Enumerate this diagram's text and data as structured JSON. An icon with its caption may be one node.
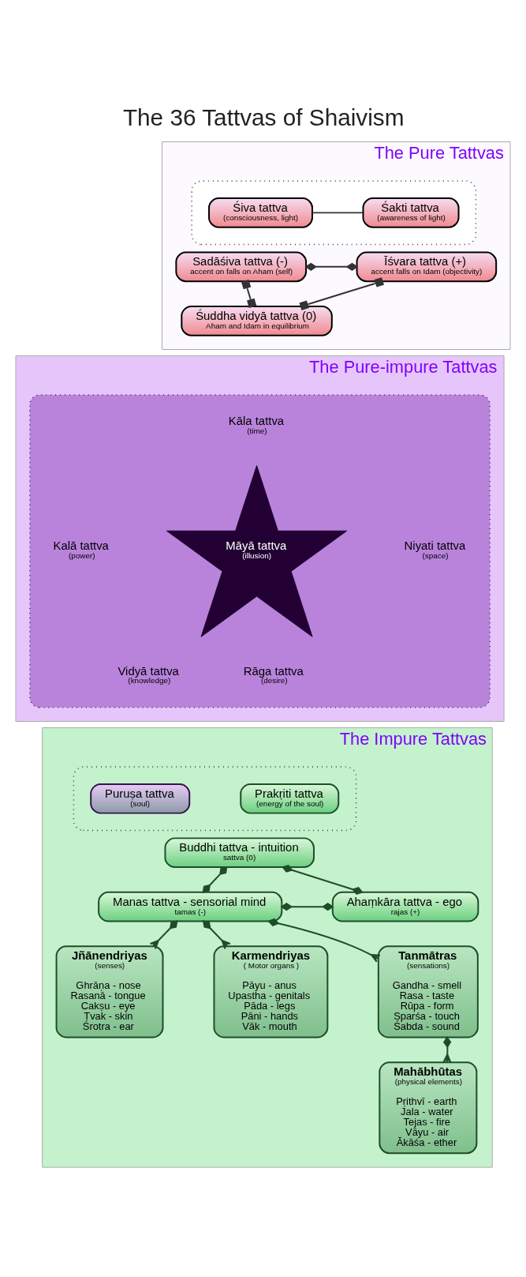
{
  "diagram": {
    "title": "The 36 Tattvas of Shaivism",
    "nodes": [
      {
        "text": [
          "The Pure Tattvas"
        ]
      },
      {
        "text": [],
        "shape": "ellipse",
        "in": 0
      },
      {
        "text": [
          "Śiva tattva",
          "(consciousness, light)"
        ],
        "in": 1
      },
      {
        "text": [
          "Śakti tattva",
          "(awareness of light)"
        ],
        "in": 1
      },
      {
        "text": [
          "Sadāśiva tattva (-)",
          "accent on falls on Aham (self)"
        ],
        "in": 0
      },
      {
        "text": [
          "Īśvara tattva (+)",
          "accent falls on Idam (objectivity)"
        ],
        "in": 0
      },
      {
        "text": [
          "Śuddha vidyā tattva (0)",
          "Aham and Idam in equilibrium"
        ],
        "in": 0
      },
      {
        "text": [
          "The Pure-impure Tattvas"
        ]
      },
      {
        "text": [],
        "shape": "ellipse",
        "in": 7
      },
      {
        "text": [
          "Kāla tattva",
          "(time)"
        ],
        "in": 8
      },
      {
        "text": [
          "Kalā tattva",
          "(power)"
        ],
        "in": 8
      },
      {
        "text": [
          "Māyā tattva",
          "(illusion)"
        ],
        "in": 8
      },
      {
        "text": [
          "Niyati tattva",
          "(space)"
        ],
        "in": 8
      },
      {
        "text": [
          "Vidyā tattva",
          "(knowledge)"
        ],
        "in": 8
      },
      {
        "text": [
          "Rāga tattva",
          "(desire)"
        ],
        "in": 8
      },
      {
        "text": [
          "The Impure Tattvas"
        ]
      },
      {
        "text": [],
        "shape": "ellipse",
        "in": 15
      },
      {
        "text": [
          "Puruṣa tattva",
          "(soul)"
        ],
        "in": 16
      },
      {
        "text": [
          "Prakṛiti tattva",
          "(energy of the soul)"
        ],
        "in": 16
      },
      {
        "text": [
          "Buddhi tattva - intuition",
          "sattva (0)"
        ],
        "in": 15
      },
      {
        "text": [
          "Manas tattva - sensorial mind",
          "tamas (-)"
        ],
        "in": 15
      },
      {
        "text": [
          "Ahaṃkāra tattva - ego",
          "rajas (+)"
        ],
        "in": 15
      },
      {
        "text": [
          "Jñānendriyas",
          "(senses)",
          "Ghrāṇa - nose",
          "Rasanā - tongue",
          "Cakṣu - eye",
          "Tvak - skin",
          "Śrotra - ear"
        ],
        "in": 15
      },
      {
        "text": [
          "Karmendriyas",
          "( Motor organs )",
          "Pāyu - anus",
          "Upastha - genitals",
          "Pāda - legs",
          "Pāni - hands",
          "Vāk - mouth"
        ],
        "in": 15
      },
      {
        "text": [
          "Tanmātras",
          "(sensations)",
          "Gandha - smell",
          "Rasa - taste",
          "Rūpa - form",
          "Sparśa - touch",
          "Śabda - sound"
        ],
        "in": 15
      },
      {
        "text": [
          "Mahābhūtas",
          "(physical elements)",
          "Pṛithvī - earth",
          "Jala - water",
          "Tejas - fire",
          "Vāyu - air",
          "Ākāśa - ether"
        ],
        "in": 15
      }
    ],
    "edges": [
      {
        "from": 2,
        "to": 3,
        "arrow": "none",
        "color": "#333333"
      },
      {
        "from": 4,
        "to": 5,
        "arrow": "other",
        "color": "#333333"
      },
      {
        "from": 4,
        "to": 6,
        "arrow": "other",
        "color": "#333333"
      },
      {
        "from": 5,
        "to": 6,
        "arrow": "other",
        "color": "#333333"
      },
      {
        "from": 19,
        "to": 20,
        "arrow": "other"
      },
      {
        "from": 19,
        "to": 21,
        "arrow": "other"
      },
      {
        "from": 20,
        "to": 21,
        "arrow": "other"
      },
      {
        "from": 20,
        "to": 22,
        "arrow": "other"
      },
      {
        "from": 20,
        "to": 23,
        "arrow": "other"
      },
      {
        "from": 20,
        "to": 24,
        "arrow": "other"
      },
      {
        "from": 24,
        "to": 25,
        "arrow": "other"
      }
    ]
  }
}
